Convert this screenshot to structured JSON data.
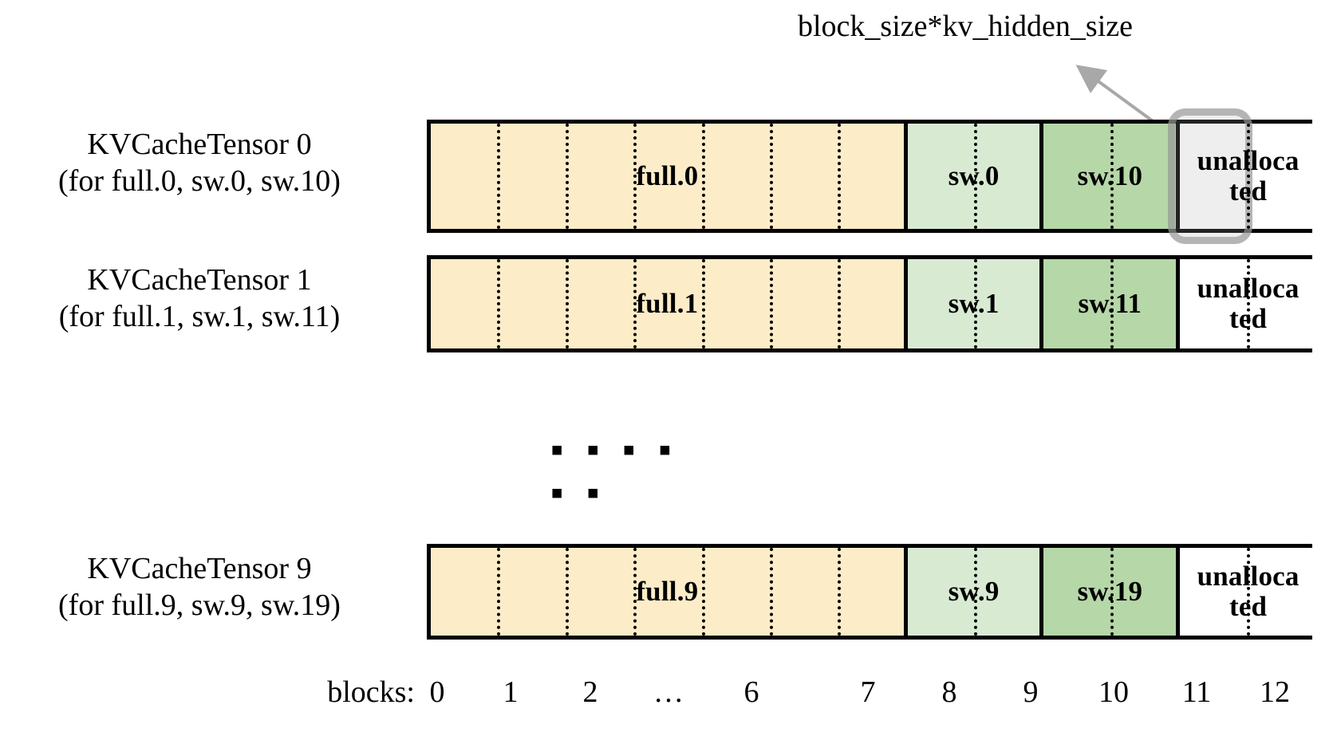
{
  "annotation": {
    "text": "block_size*kv_hidden_size",
    "arrow": "arrow-icon"
  },
  "colors": {
    "full": "#fdecc8",
    "sw_light": "#d9ead3",
    "sw_dark": "#b6d7a8",
    "unallocated": "#ffffff",
    "border": "#000000",
    "highlight": "#aaaaaa"
  },
  "rows": [
    {
      "label_line1": "KVCacheTensor 0",
      "label_line2": "(for full.0, sw.0, sw.10)",
      "segments": [
        {
          "kind": "full",
          "label": "full.0",
          "blocks": 7
        },
        {
          "kind": "sw",
          "label": "sw.0",
          "blocks": 2
        },
        {
          "kind": "sw2",
          "label": "sw.10",
          "blocks": 2
        },
        {
          "kind": "unalloc",
          "label": "unallocated",
          "blocks": 2
        }
      ],
      "highlighted_block": 11
    },
    {
      "label_line1": "KVCacheTensor 1",
      "label_line2": "(for full.1, sw.1, sw.11)",
      "segments": [
        {
          "kind": "full",
          "label": "full.1",
          "blocks": 7
        },
        {
          "kind": "sw",
          "label": "sw.1",
          "blocks": 2
        },
        {
          "kind": "sw2",
          "label": "sw.11",
          "blocks": 2
        },
        {
          "kind": "unalloc",
          "label": "unallocated",
          "blocks": 2
        }
      ],
      "highlighted_block": null
    },
    {
      "label_line1": "KVCacheTensor 9",
      "label_line2": "(for full.9, sw.9, sw.19)",
      "segments": [
        {
          "kind": "full",
          "label": "full.9",
          "blocks": 7
        },
        {
          "kind": "sw",
          "label": "sw.9",
          "blocks": 2
        },
        {
          "kind": "sw2",
          "label": "sw.19",
          "blocks": 2
        },
        {
          "kind": "unalloc",
          "label": "unallocated",
          "blocks": 2
        }
      ],
      "highlighted_block": null
    }
  ],
  "vertical_ellipsis": "▪ ▪ ▪ ▪ ▪ ▪",
  "axis": {
    "title": "blocks:",
    "ticks": [
      "0",
      "1",
      "2",
      "…",
      "6",
      "7",
      "8",
      "9",
      "10",
      "11",
      "12"
    ],
    "tick_x": [
      548,
      640,
      740,
      838,
      942,
      1088,
      1190,
      1292,
      1396,
      1500,
      1598
    ]
  }
}
